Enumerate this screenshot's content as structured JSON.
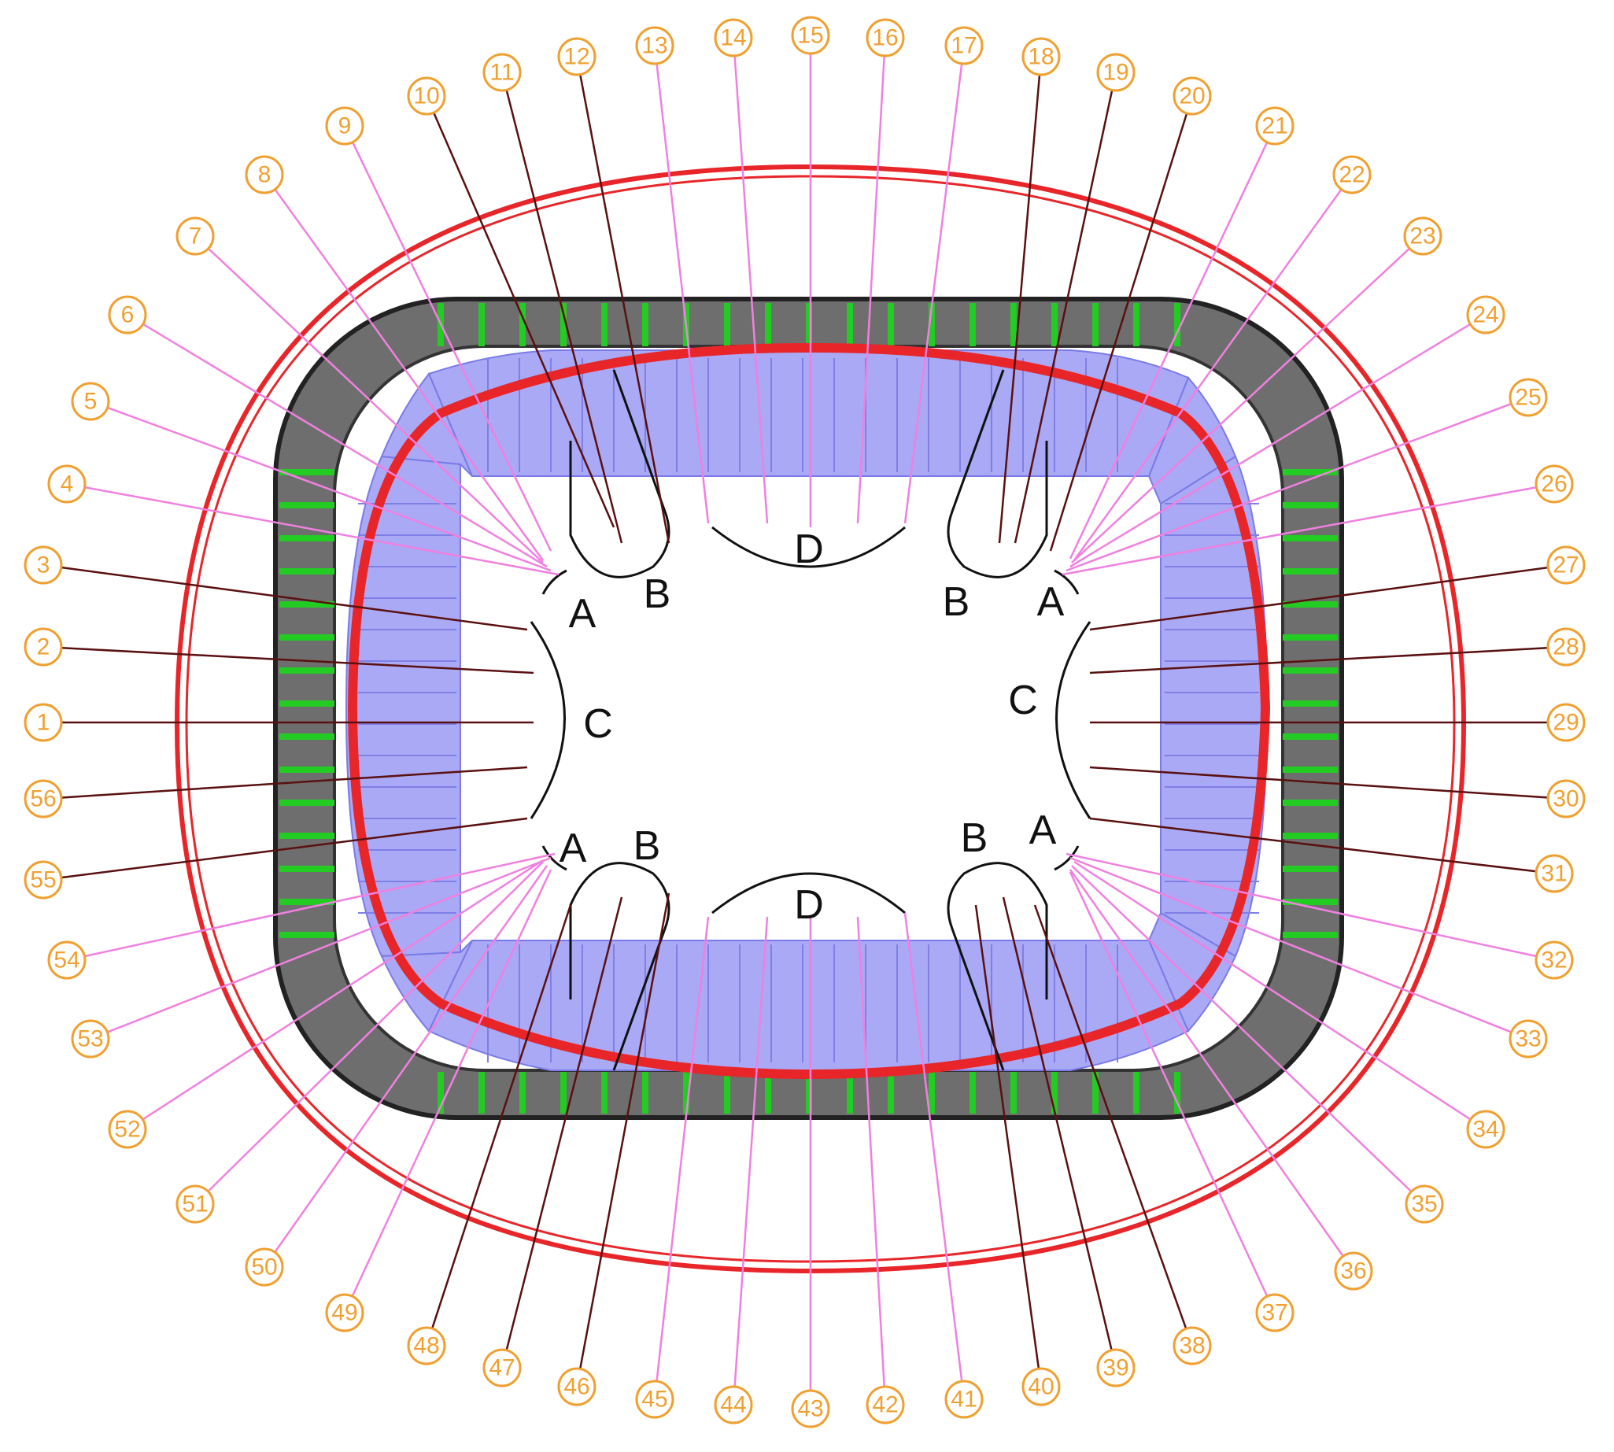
{
  "diagram": {
    "axis_numbers": [
      "1",
      "2",
      "3",
      "4",
      "5",
      "6",
      "7",
      "8",
      "9",
      "10",
      "11",
      "12",
      "13",
      "14",
      "15",
      "16",
      "17",
      "18",
      "19",
      "20",
      "21",
      "22",
      "23",
      "24",
      "25",
      "26",
      "27",
      "28",
      "29",
      "30",
      "31",
      "32",
      "33",
      "34",
      "35",
      "36",
      "37",
      "38",
      "39",
      "40",
      "41",
      "42",
      "43",
      "44",
      "45",
      "46",
      "47",
      "48",
      "49",
      "50",
      "51",
      "52",
      "53",
      "54",
      "55",
      "56"
    ],
    "zone_labels": {
      "A": "A",
      "B": "B",
      "C": "C",
      "D": "D"
    }
  },
  "colors": {
    "outer_ring": "#e8262a",
    "inner_ring": "#e8262a",
    "roof_blue": "#a9a9f5",
    "structure_gray": "#555555",
    "truss_green": "#22cc22",
    "cable_pink": "#f080e0",
    "axis_line_dark": "#5a1010",
    "label_circle": "#f0a030"
  }
}
